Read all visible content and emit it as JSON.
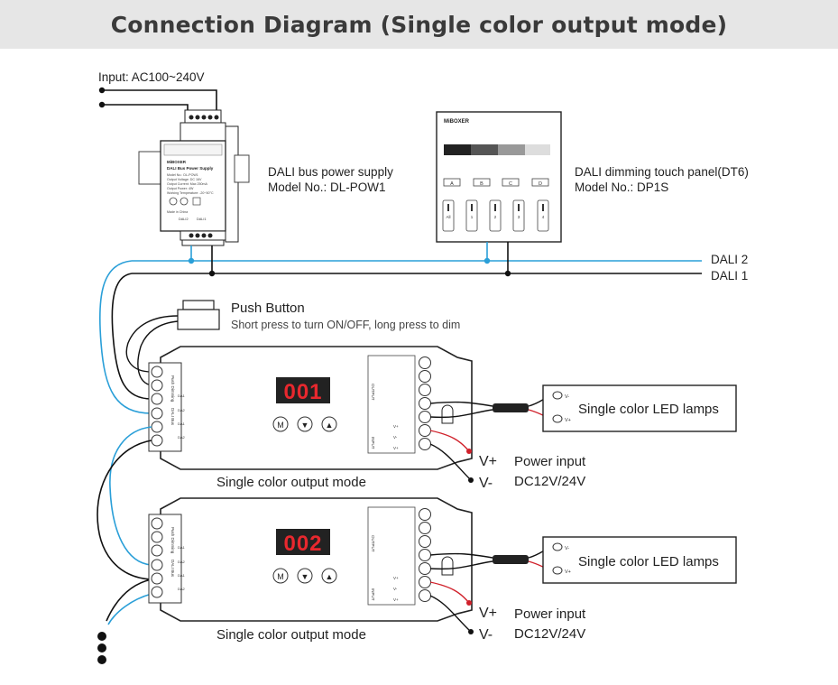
{
  "title": "Connection Diagram (Single color output mode)",
  "input_label": "Input: AC100~240V",
  "power_supply": {
    "name": "DALI bus power supply",
    "model": "Model No.: DL-POW1",
    "device_brand": "MiBOXER",
    "device_title": "DALI Bus Power Supply",
    "device_lines": [
      "Model No.: DL-POW1",
      "Output Voltage: DC 16V",
      "Output Current: Max 250mA",
      "Output Power: 4W",
      "Working Temperature: -20~50°C",
      "Made in China"
    ],
    "bus_labels": [
      "DALI2",
      "DALI1"
    ],
    "input_text": "Input: AC100~240V"
  },
  "touch_panel": {
    "name": "DALI dimming touch panel(DT6)",
    "model": "Model No.: DP1S",
    "brand": "MiBOXER",
    "buttons": [
      "A",
      "B",
      "C",
      "D"
    ],
    "switch_labels": [
      "All",
      "1",
      "2",
      "3",
      "4"
    ]
  },
  "bus": {
    "dali2": "DALI 2",
    "dali1": "DALI 1"
  },
  "push_button": {
    "title": "Push Button",
    "description": "Short press to turn ON/OFF, long press to dim"
  },
  "controllers": [
    {
      "display": "001",
      "mode_label": "Single color output mode",
      "buttons": [
        "M",
        "▼",
        "▲"
      ],
      "left_labels": [
        "Push Dimming",
        "DALI Bus"
      ],
      "left_pins": [
        "",
        "",
        "DA1",
        "DA2",
        "DA1",
        "DA2"
      ],
      "output_label": "OUTPUT",
      "input_label": "INPUT",
      "input_pins": [
        "V+",
        "V-",
        "V+"
      ]
    },
    {
      "display": "002",
      "mode_label": "Single color output mode",
      "buttons": [
        "M",
        "▼",
        "▲"
      ],
      "left_labels": [
        "Push Dimming",
        "DALI Bus"
      ],
      "left_pins": [
        "",
        "",
        "DA1",
        "DA2",
        "DA1",
        "DA2"
      ],
      "output_label": "OUTPUT",
      "input_label": "INPUT",
      "input_pins": [
        "V+",
        "V-",
        "V+"
      ]
    }
  ],
  "lamps": {
    "label": "Single color LED lamps",
    "vminus": "V-",
    "vplus": "V+"
  },
  "power_input": {
    "vplus": "V+",
    "vminus": "V-",
    "title": "Power input",
    "voltage": "DC12V/24V"
  },
  "colors": {
    "dali2_wire": "#2a9fd8",
    "dali1_wire": "#111111",
    "red_wire": "#d0202a",
    "display_bg": "#222222",
    "display_digit": "#e8282e"
  }
}
